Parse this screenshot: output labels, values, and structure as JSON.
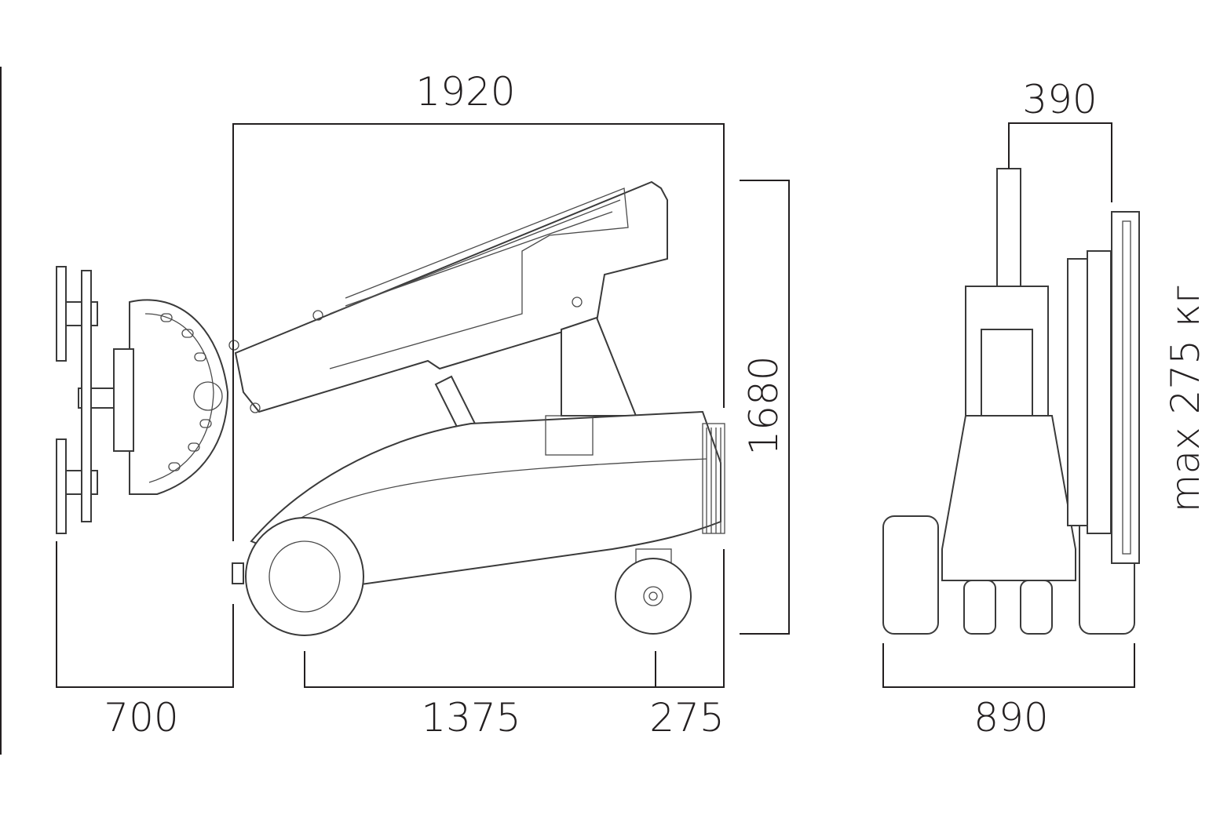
{
  "dimensions": {
    "overall_length": "1920",
    "gripper_width": "390",
    "height": "1680",
    "max_load": "max 275 кг",
    "front_overhang": "700",
    "wheelbase": "1375",
    "rear_overhang": "275",
    "overall_width": "890"
  },
  "colors": {
    "line": "#231f20"
  }
}
